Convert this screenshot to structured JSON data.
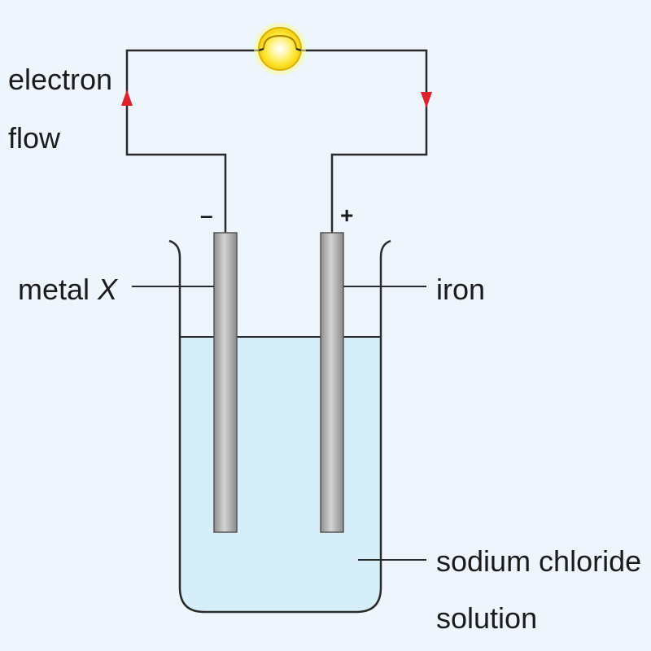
{
  "labels": {
    "electron_flow_line1": "electron",
    "electron_flow_line2": "flow",
    "metal_x_prefix": "metal ",
    "metal_x_symbol": "X",
    "iron": "iron",
    "solution_line1": "sodium chloride",
    "solution_line2": "solution",
    "negative_terminal": "–",
    "positive_terminal": "+"
  },
  "colors": {
    "background": "#eef5fc",
    "wire": "#2a2a2a",
    "arrow": "#e0202a",
    "solution": "#d6eefa",
    "electrode": "#a9a9a9",
    "bulb_glow": "#fff04a",
    "bulb_ring": "#d8b400"
  },
  "icons": {
    "bulb": "light-bulb-icon",
    "arrow_up": "arrow-up-icon",
    "arrow_down": "arrow-down-icon"
  }
}
